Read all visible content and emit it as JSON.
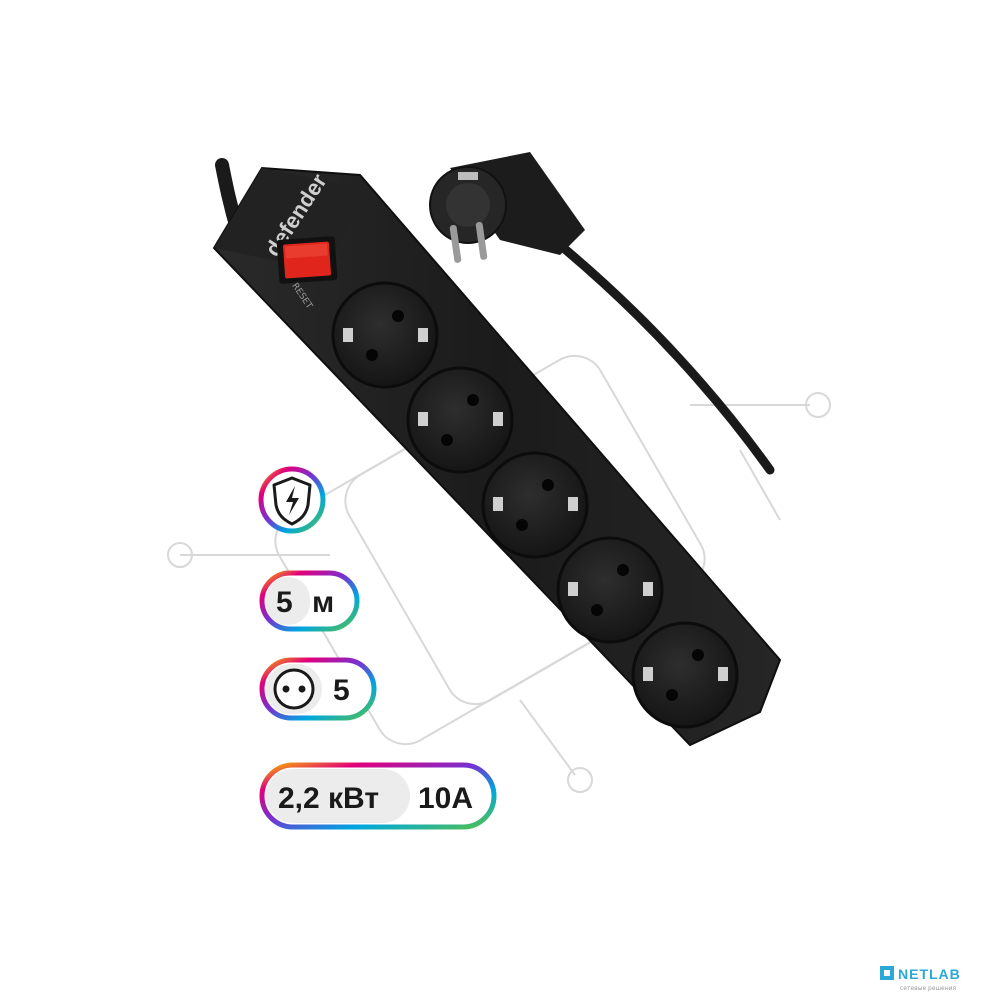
{
  "product": {
    "brand": "defender",
    "switch_label": "RESET"
  },
  "badges": {
    "length": {
      "value": "5",
      "unit": "м"
    },
    "outlets": {
      "value": "5"
    },
    "power": {
      "power": "2,2 кВт",
      "current": "10A"
    }
  },
  "watermark": {
    "logo": "NETLAB",
    "tagline": "сетевые решения"
  },
  "colors": {
    "body": "#1e1e1e",
    "switch": "#e0261c",
    "badge_fill_light": "#ececec",
    "text": "#1a1a1a"
  },
  "icons": [
    "lightning-shield-icon",
    "socket-icon"
  ]
}
